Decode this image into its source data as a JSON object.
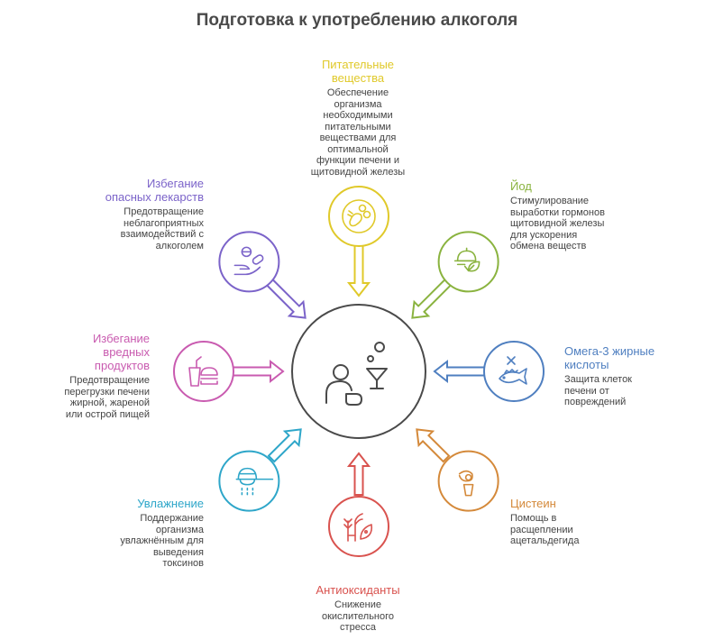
{
  "title": "Подготовка к употреблению алкоголя",
  "center": {
    "icon": "person-cocktail-icon",
    "color": "#4a4a4a"
  },
  "items": [
    {
      "id": "nutrients",
      "title": "Питательные\nвещества",
      "description": "Обеспечение\nорганизма\nнеобходимыми\nпитательными\nвеществами для\nоптимальной\nфункции печени и\nщитовидной железы",
      "color": "#e0c92a",
      "icon": "vegetables-bowl-icon"
    },
    {
      "id": "iodine",
      "title": "Йод",
      "description": "Стимулирование\nвыработки гормонов\nщитовидной железы\nдля ускорения\nобмена веществ",
      "color": "#8ab33f",
      "icon": "food-leaf-icon"
    },
    {
      "id": "omega3",
      "title": "Омега-3 жирные\nкислоты",
      "description": "Защита клеток\nпечени от\nповреждений",
      "color": "#4f7fc0",
      "icon": "fish-icon"
    },
    {
      "id": "cysteine",
      "title": "Цистеин",
      "description": "Помощь в\nрасщеплении\nацетальдегида",
      "color": "#d4893a",
      "icon": "hand-pill-cup-icon"
    },
    {
      "id": "antioxidants",
      "title": "Антиоксиданты",
      "description": "Снижение\nокислительного\nстресса",
      "color": "#d9534f",
      "icon": "herbs-icon"
    },
    {
      "id": "hydration",
      "title": "Увлажнение",
      "description": "Поддержание\nорганизма\nувлажнённым для\nвыведения\nтоксинов",
      "color": "#2ea6c9",
      "icon": "shower-icon"
    },
    {
      "id": "junk-food",
      "title": "Избегание\nвредных\nпродуктов",
      "description": "Предотвращение\nперегрузки печени\nжирной, жареной\nили острой пищей",
      "color": "#c95bb0",
      "icon": "fast-food-icon"
    },
    {
      "id": "dangerous-meds",
      "title": "Избегание\nопасных лекарств",
      "description": "Предотвращение\nнеблагоприятных\nвзаимодействий с\nалкоголем",
      "color": "#7b63c9",
      "icon": "hand-pills-icon"
    }
  ]
}
